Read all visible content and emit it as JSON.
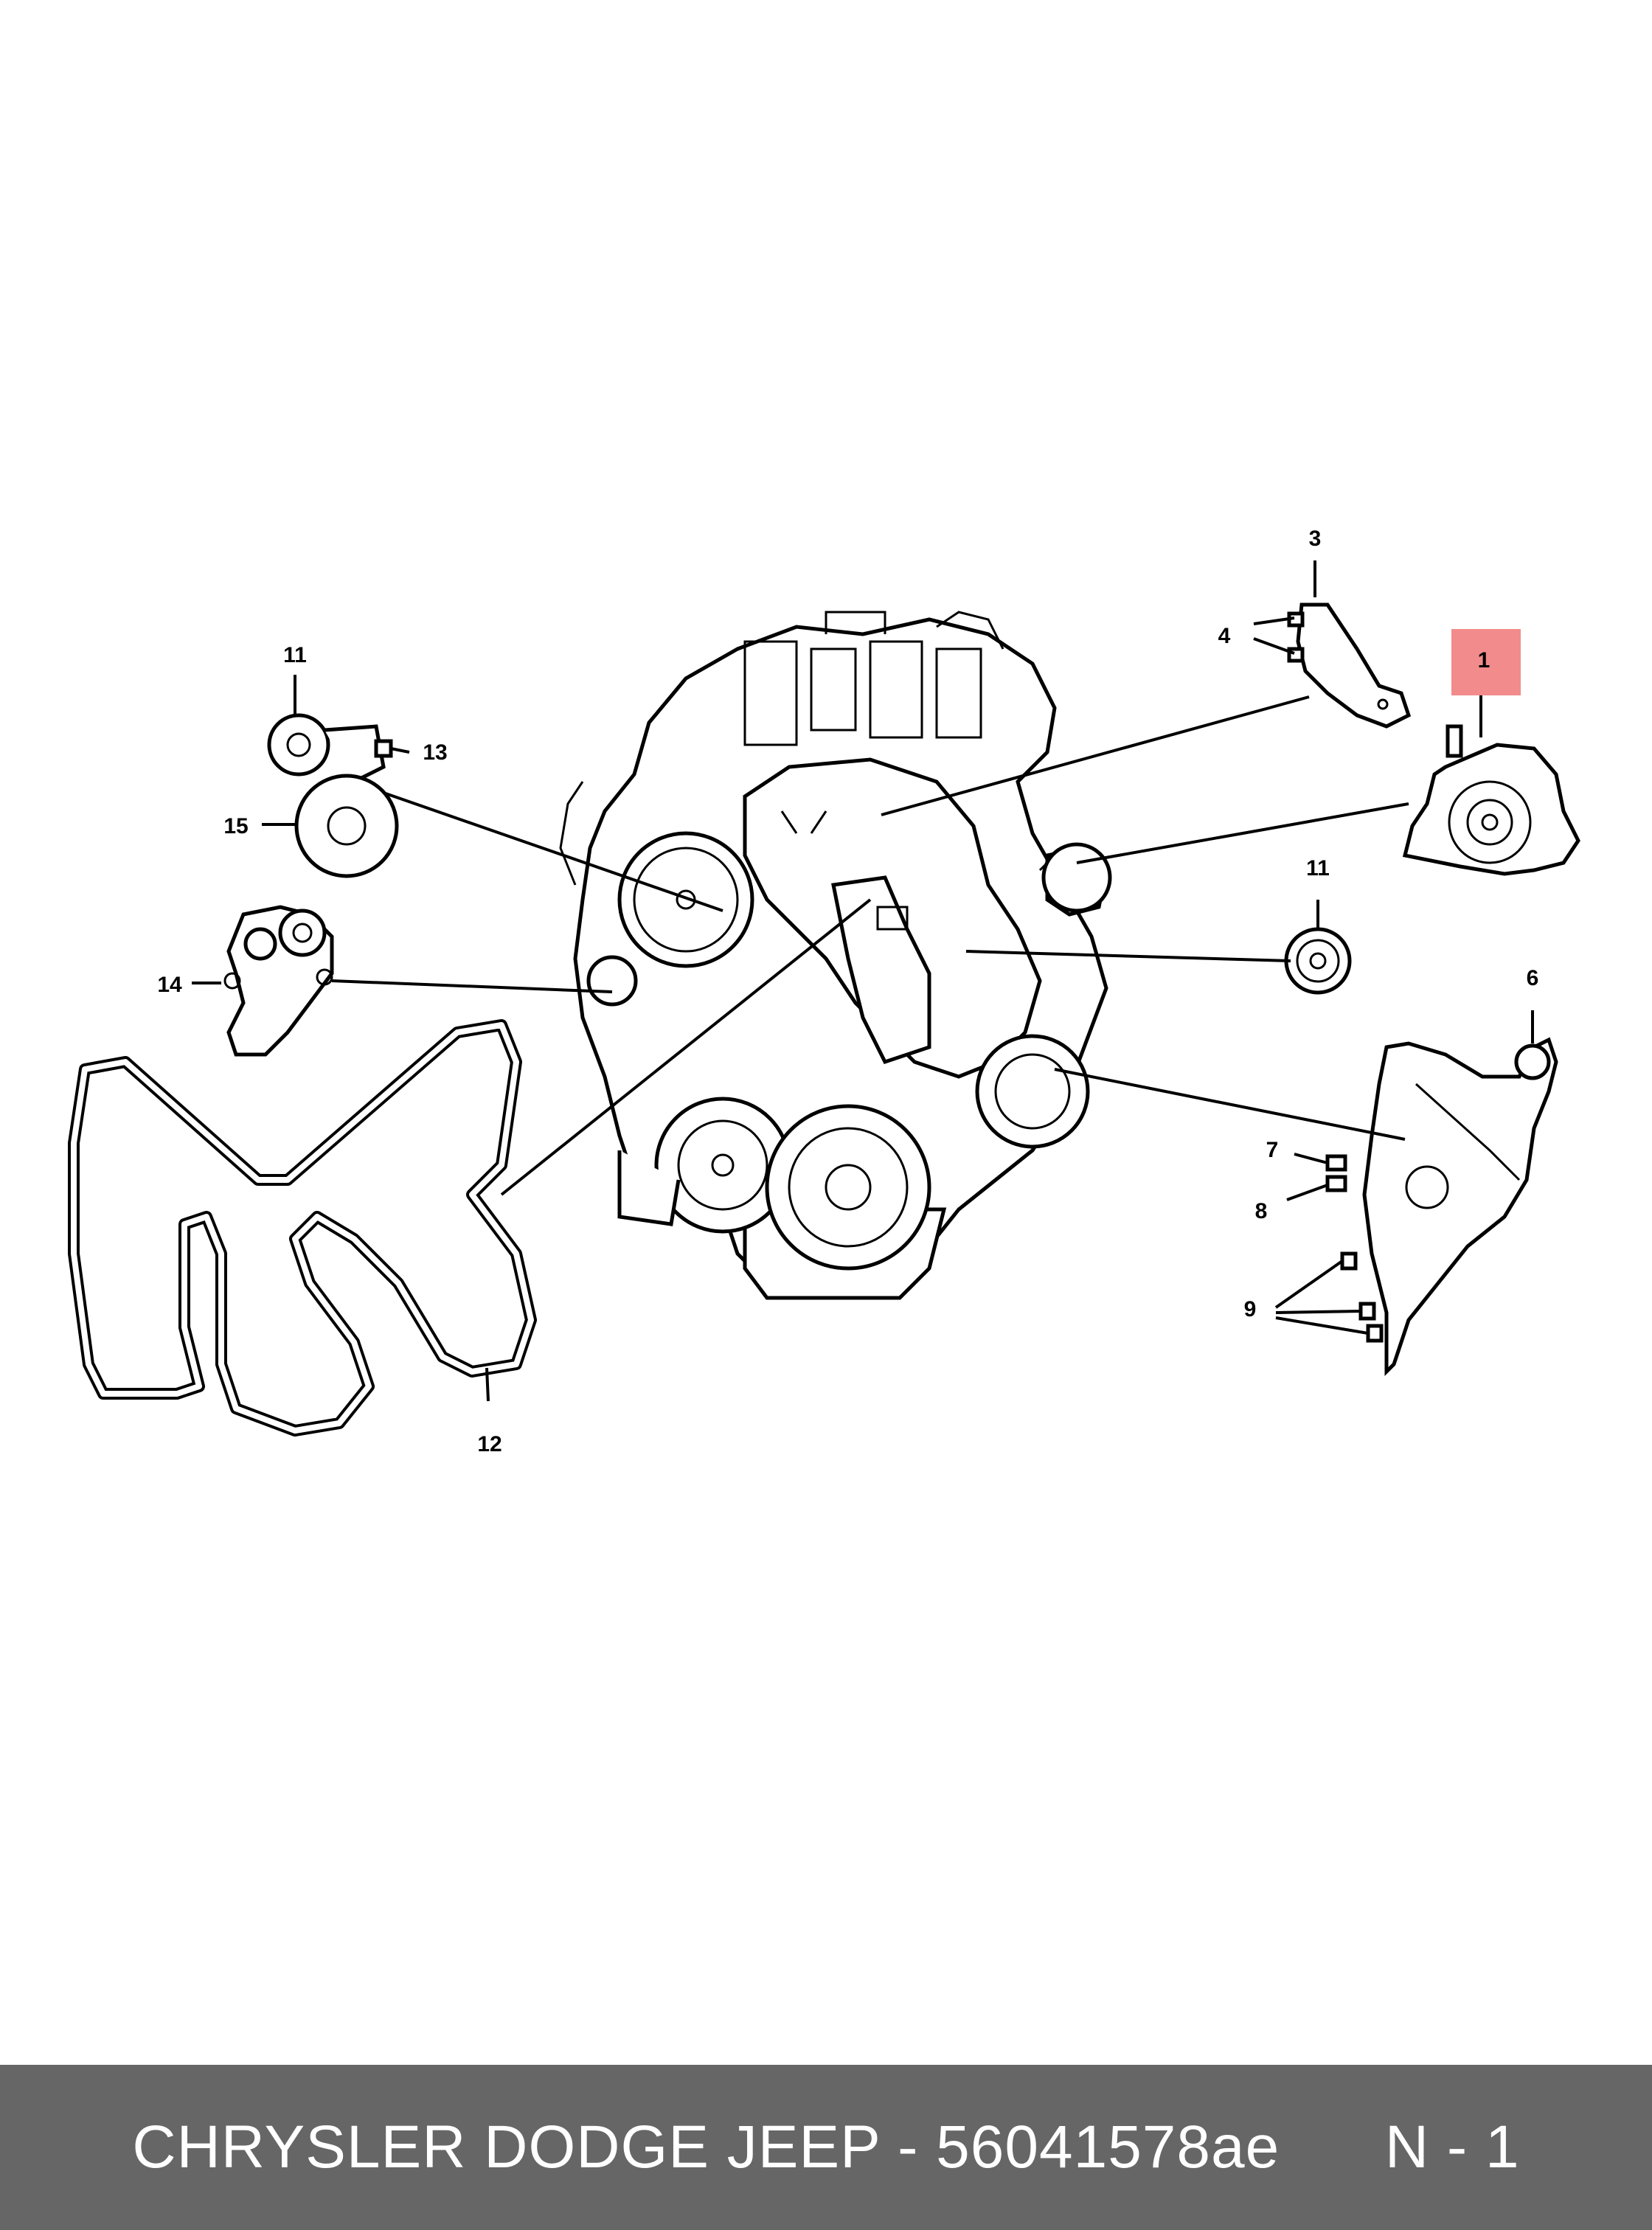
{
  "callouts": {
    "c1": "1",
    "c3": "3",
    "c4": "4",
    "c6": "6",
    "c7": "7",
    "c8": "8",
    "c9": "9",
    "c11a": "11",
    "c11b": "11",
    "c12": "12",
    "c13": "13",
    "c14": "14",
    "c15": "15"
  },
  "highlight_color": "#f28b8b",
  "footer": {
    "text": "CHRYSLER DODGE JEEP - 56041578ae      N - 1",
    "background": "#666666",
    "color": "#ffffff"
  }
}
